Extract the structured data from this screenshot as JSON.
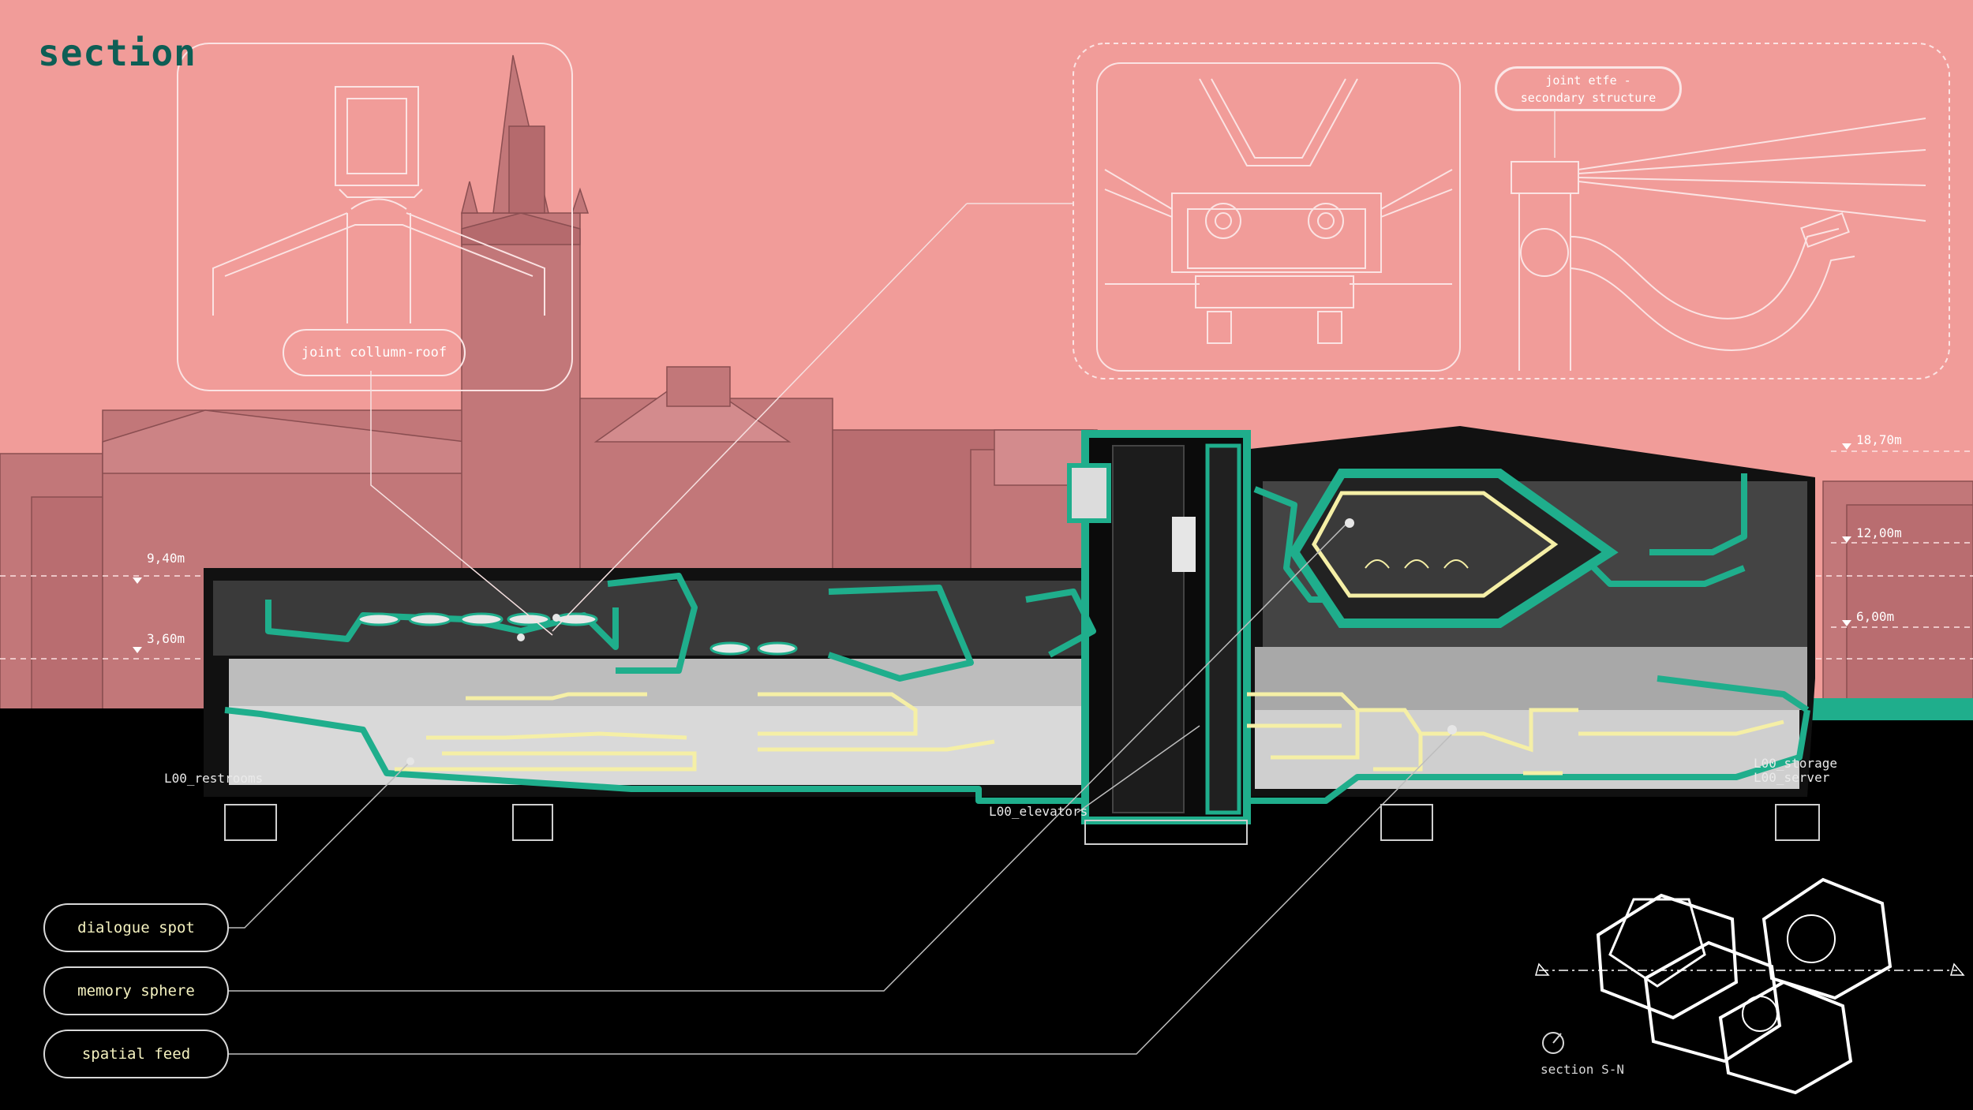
{
  "title": "section",
  "callouts": {
    "joint_column_roof": "joint collumn-roof",
    "joint_etfe_line1": "joint etfe -",
    "joint_etfe_line2": "secondary structure"
  },
  "levels": {
    "l_9_40": "9,40m",
    "l_3_60": "3,60m",
    "l_18_70": "18,70m",
    "l_12_00": "12,00m",
    "l_6_00": "6,00m"
  },
  "rooms": {
    "restrooms": "L00_restrooms",
    "elevators": "L00_elevators",
    "storage": "L00_storage",
    "server": "L00_server"
  },
  "legend": {
    "dialogue": "dialogue spot",
    "memory": "memory sphere",
    "spatial": "spatial feed"
  },
  "section_marker": "section S-N",
  "colors": {
    "sky": "#f19c99",
    "skyline": "#c4787a",
    "ground": "#000000",
    "structure_accent": "#1fae8c",
    "program_accent": "#f5efa6",
    "title": "#0e5e55"
  }
}
